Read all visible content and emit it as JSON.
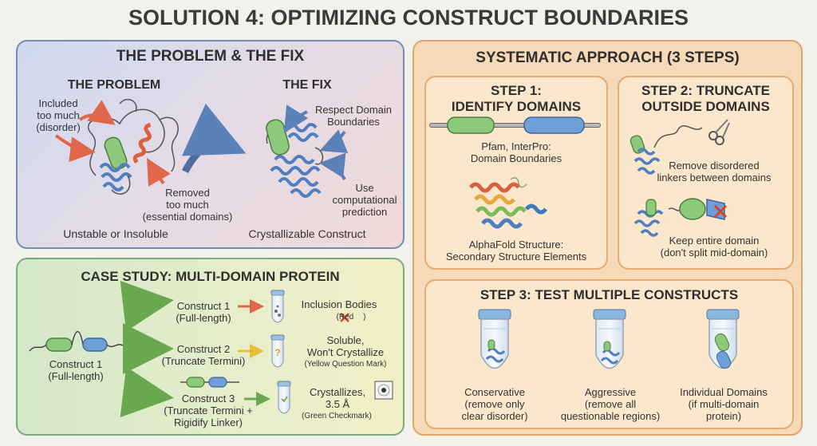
{
  "title": "SOLUTION 4: OPTIMIZING CONSTRUCT BOUNDARIES",
  "problem_panel": {
    "heading": "THE PROBLEM & THE FIX",
    "problem_label": "THE PROBLEM",
    "fix_label": "THE FIX",
    "included_line1": "Included",
    "included_line2": "too much",
    "included_line3": "(disorder)",
    "removed_line1": "Removed",
    "removed_line2": "too much",
    "removed_line3": "(essential domains)",
    "respect_line1": "Respect Domain",
    "respect_line2": "Boundaries",
    "use_line1": "Use",
    "use_line2": "computational",
    "use_line3": "prediction",
    "problem_caption": "Unstable or Insoluble",
    "fix_caption": "Crystallizable Construct"
  },
  "case_panel": {
    "heading": "CASE STUDY: MULTI-DOMAIN PROTEIN",
    "source_line1": "Construct 1",
    "source_line2": "(Full-length)",
    "c1_line1": "Construct 1",
    "c1_line2": "(Full-length)",
    "c2_line1": "Construct 2",
    "c2_line2": "(Truncate Termini)",
    "c3_line1": "Construct 3",
    "c3_line2": "(Truncate Termini +",
    "c3_line3": "Rigidify Linker)",
    "r1_line1": "Inclusion Bodies",
    "r1_line2": "(Red",
    "r1_line3": ")",
    "r2_line1": "Soluble,",
    "r2_line2": "Won't Crystallize",
    "r2_line3": "(Yellow Question Mark)",
    "r3_line1": "Crystallizes,",
    "r3_line2": "3.5 Å",
    "r3_line3": "(Green Checkmark)",
    "question_mark": "?"
  },
  "approach_panel": {
    "heading": "SYSTEMATIC APPROACH (3 STEPS)",
    "step1_line1": "STEP 1:",
    "step1_line2": "IDENTIFY DOMAINS",
    "step1_db_line1": "Pfam, InterPro:",
    "step1_db_line2": "Domain Boundaries",
    "step1_af_line1": "AlphaFold Structure:",
    "step1_af_line2": "Secondary Structure Elements",
    "step2_line1": "STEP 2: TRUNCATE",
    "step2_line2": "OUTSIDE DOMAINS",
    "step2_remove_line1": "Remove disordered",
    "step2_remove_line2": "linkers between domains",
    "step2_keep_line1": "Keep entire domain",
    "step2_keep_line2": "(don't split mid-domain)",
    "step3_heading": "STEP 3: TEST MULTIPLE CONSTRUCTS",
    "t1_line1": "Conservative",
    "t1_line2": "(remove only",
    "t1_line3": "clear disorder)",
    "t2_line1": "Aggressive",
    "t2_line2": "(remove all",
    "t2_line3": "questionable regions)",
    "t3_line1": "Individual Domains",
    "t3_line2": "(if multi-domain",
    "t3_line3": "protein)"
  },
  "colors": {
    "green_domain": "#8cc97a",
    "blue_domain": "#6f9fd6",
    "red_helix": "#d9603f",
    "arrow_red": "#e0674a",
    "arrow_blue": "#5a82b8",
    "arrow_green": "#6aa84f",
    "arrow_yellow": "#e6bf3a"
  }
}
